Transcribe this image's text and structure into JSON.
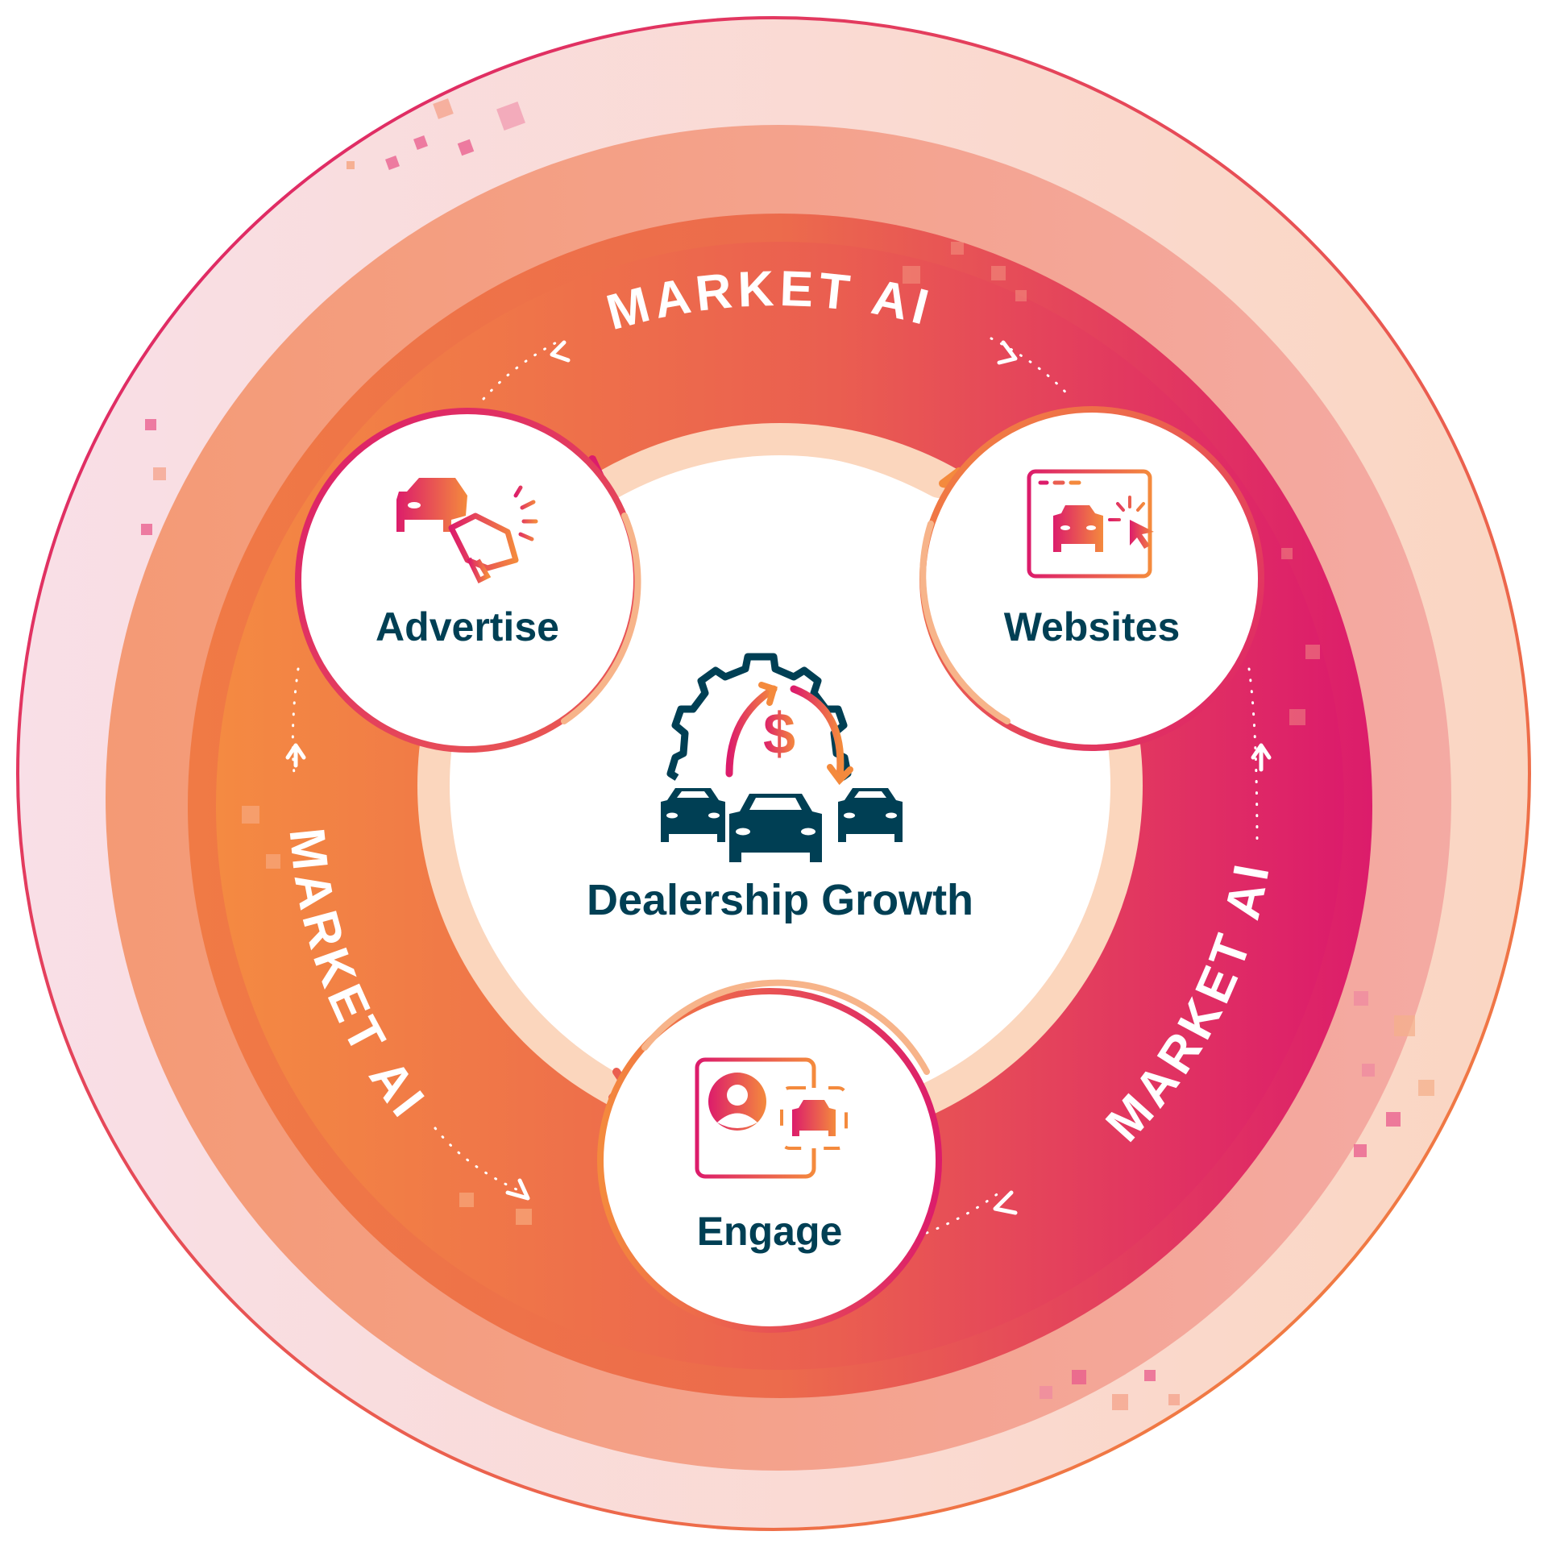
{
  "diagram": {
    "title": "Dealership Growth",
    "ring_label": "MARKET AI",
    "ring_labels": [
      {
        "position": "top",
        "text": "MARKET AI"
      },
      {
        "position": "left",
        "text": "MARKET AI"
      },
      {
        "position": "right",
        "text": "MARKET AI"
      }
    ],
    "center": {
      "label": "Dealership Growth",
      "icon": "gear-dollar-cars-icon"
    },
    "nodes": [
      {
        "id": "advertise",
        "label": "Advertise",
        "icon": "car-megaphone-icon"
      },
      {
        "id": "websites",
        "label": "Websites",
        "icon": "browser-car-cursor-icon"
      },
      {
        "id": "engage",
        "label": "Engage",
        "icon": "profile-card-car-icon"
      }
    ],
    "flow": [
      "Advertise",
      "Websites",
      "Engage",
      "Advertise"
    ]
  },
  "colors": {
    "navy": "#003f54",
    "orange": "#f28a3d",
    "magenta": "#dc1c6b",
    "pink_light": "#f9dfe5",
    "peach_light": "#f9d5c0",
    "salmon": "#f49a75",
    "white": "#ffffff"
  }
}
